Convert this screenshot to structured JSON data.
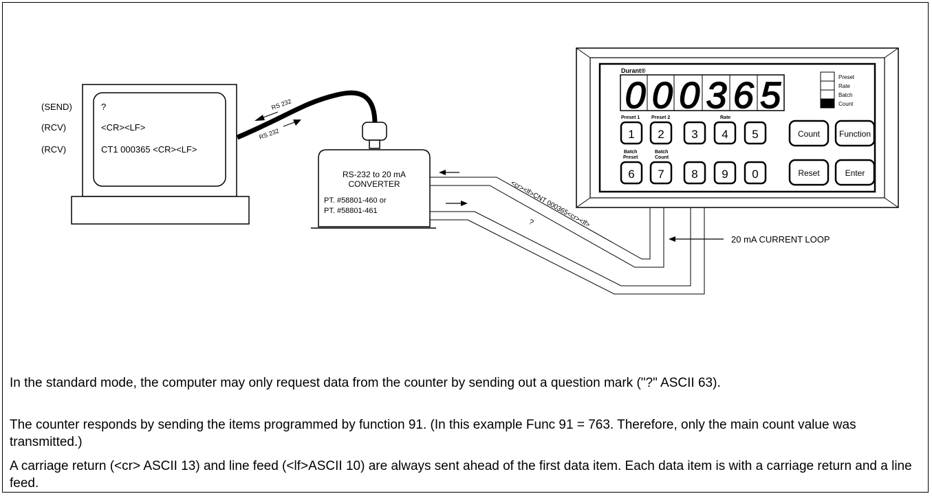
{
  "terminal": {
    "row_labels": [
      "(SEND)",
      "(RCV)",
      "(RCV)"
    ],
    "screen_lines": [
      "?",
      "<CR><LF>",
      "CT1 000365 <CR><LF>"
    ]
  },
  "cable": {
    "rx_label": "RS 232",
    "tx_label": "RS 232"
  },
  "converter": {
    "title_line1": "RS-232 to 20 mA",
    "title_line2": "CONVERTER",
    "part_line1": "PT. #58801-460 or",
    "part_line2": "PT. #58801-461"
  },
  "loop": {
    "response_label": "<cr><lf>CNT 000365<cr><lf>",
    "request_label": "?",
    "current_loop_label": "20 mA CURRENT LOOP"
  },
  "counter": {
    "brand": "Durant®",
    "display_value": "000365",
    "indicators": [
      "Preset",
      "Rate",
      "Batch",
      "Count"
    ],
    "active_indicator": "Count",
    "keys_row1": [
      {
        "top_label": "Preset 1",
        "key": "1"
      },
      {
        "top_label": "Preset 2",
        "key": "2"
      },
      {
        "top_label": "",
        "key": "3"
      },
      {
        "top_label": "Rate",
        "key": "4"
      },
      {
        "top_label": "",
        "key": "5"
      }
    ],
    "keys_row2": [
      {
        "top_label1": "Batch",
        "top_label2": "Preset",
        "key": "6"
      },
      {
        "top_label1": "Batch",
        "top_label2": "Count",
        "key": "7"
      },
      {
        "top_label1": "",
        "top_label2": "",
        "key": "8"
      },
      {
        "top_label1": "",
        "top_label2": "",
        "key": "9"
      },
      {
        "top_label1": "",
        "top_label2": "",
        "key": "0"
      }
    ],
    "function_keys": {
      "count": "Count",
      "function": "Function",
      "reset": "Reset",
      "enter": "Enter"
    }
  },
  "notes": {
    "p1": "In the standard mode, the computer may only request data from the counter by sending out a question mark (\"?\" ASCII 63).",
    "p2": "The counter responds by sending the items programmed by function 91.  (In this example Func 91 = 763.  Therefore, only the main count value was transmitted.)",
    "p3": "A carriage return (<cr> ASCII 13) and line feed (<lf>ASCII 10) are always sent ahead of the first data item.  Each data item is with a carriage return and a line feed."
  }
}
